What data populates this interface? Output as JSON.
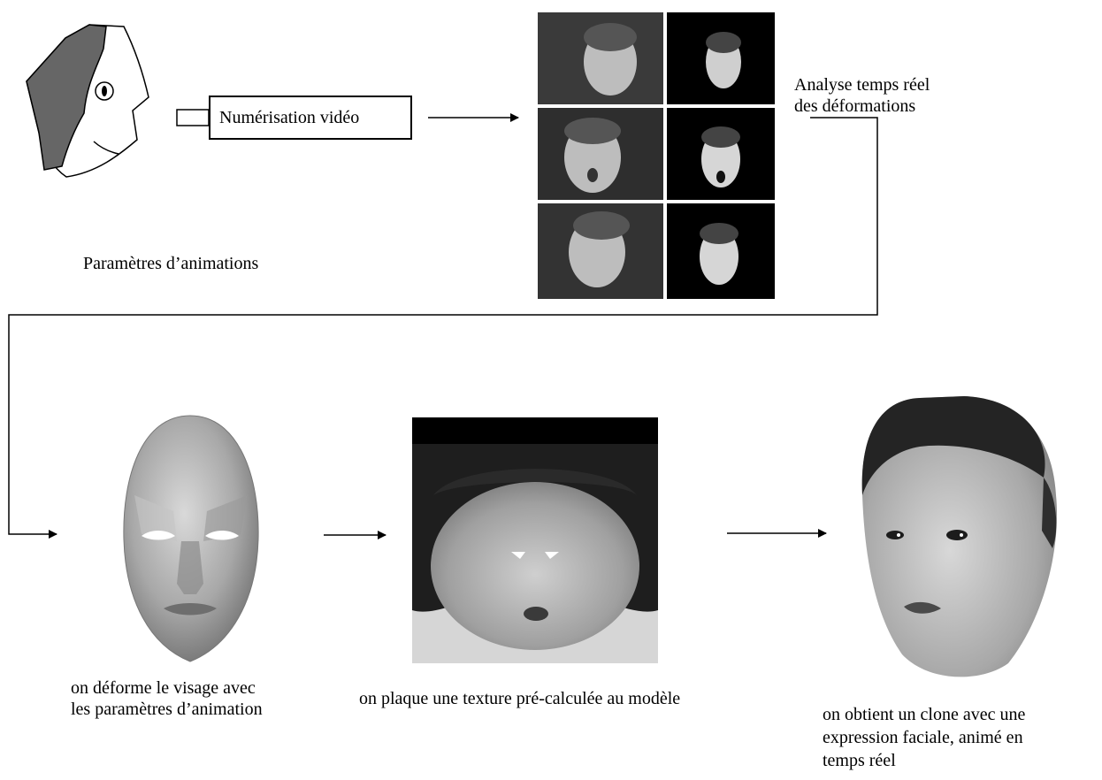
{
  "labels": {
    "digitization": "Numérisation vidéo",
    "analysis_line1": "Analyse temps réel",
    "analysis_line2": "des déformations",
    "animation_params": "Paramètres d’animations",
    "deform_line1": "on déforme le visage avec",
    "deform_line2": "les paramètres d’animation",
    "texture": "on plaque une texture pré-calculée au modèle",
    "clone_line1": "on obtient un clone avec une",
    "clone_line2": "expression faciale, animé en",
    "clone_line3": "temps réel"
  }
}
